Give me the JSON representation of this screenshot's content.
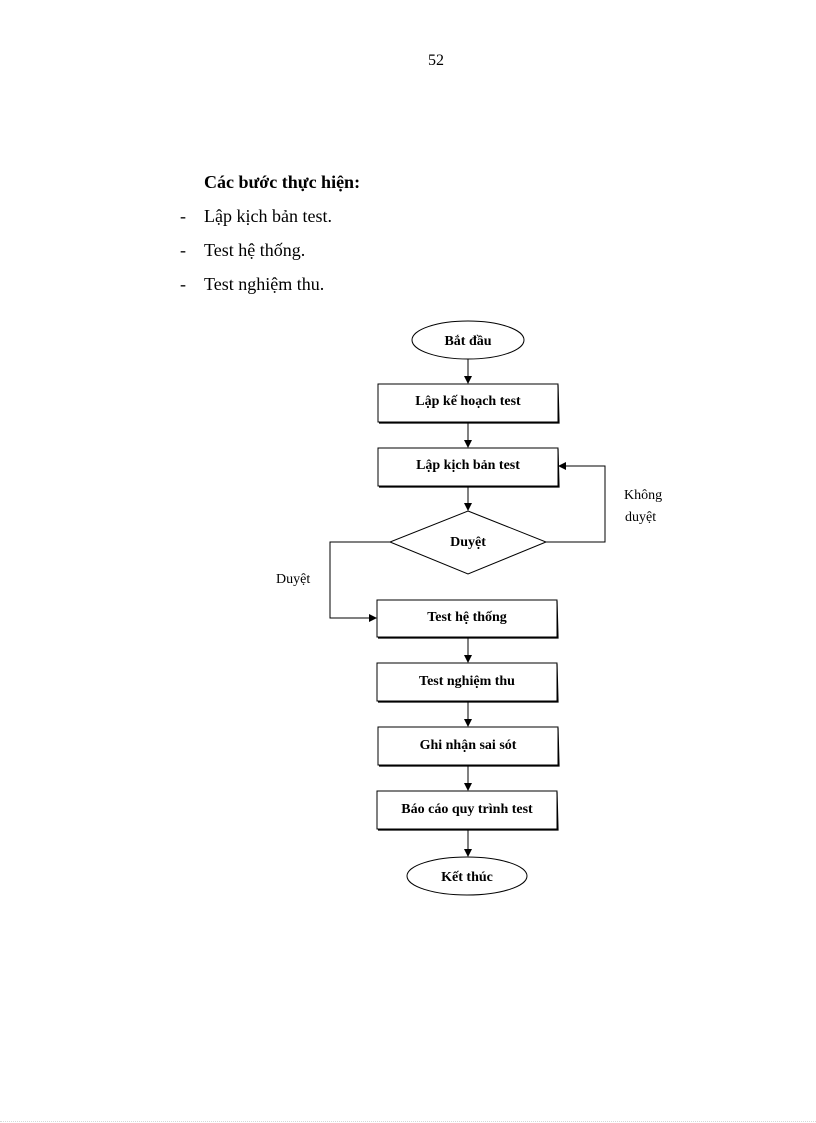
{
  "page": {
    "number": "52"
  },
  "section": {
    "heading": "Các bước thực hiện:",
    "items": [
      {
        "bullet": "-",
        "text": "Lập kịch bản test."
      },
      {
        "bullet": "-",
        "text": "Test hệ thống."
      },
      {
        "bullet": "-",
        "text": "Test nghiệm  thu."
      }
    ]
  },
  "flowchart": {
    "start": "Bắt đầu",
    "plan": "Lập kế hoạch test",
    "script": "Lập kịch bản test",
    "decision": "Duyệt",
    "approved_label": "Duyệt",
    "rejected_label_line1": "Không",
    "rejected_label_line2": "duyệt",
    "system_test": "Test hệ thống",
    "acceptance_test": "Test nghiệm  thu",
    "record_errors": "Ghi nhận sai sót",
    "report": "Báo cáo quy trình test",
    "end": "Kết thúc"
  }
}
